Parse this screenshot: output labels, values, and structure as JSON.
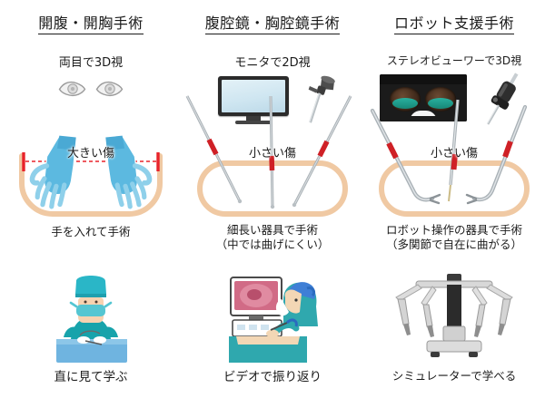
{
  "figure": {
    "kind": "surgical-approach-comparison",
    "columns": [
      {
        "title": "開腹・開胸手術",
        "vision_label": "両目で3D視",
        "vision_icon": "eyes-icon",
        "wound_label": "大きい傷",
        "technique_caption": "手を入れて手術",
        "learning_caption": "直に見て学ぶ",
        "learning_icon": "surgeon-operating-illustration"
      },
      {
        "title": "腹腔鏡・胸腔鏡手術",
        "vision_label": "モニタで2D視",
        "vision_icon": "monitor-icon",
        "vision_icon_2": "endoscope-camera-icon",
        "wound_label": "小さい傷",
        "technique_caption": "細長い器具で手術",
        "technique_caption_2": "（中では曲げにくい）",
        "learning_caption": "ビデオで振り返り",
        "learning_icon": "surgeon-at-video-monitor-illustration"
      },
      {
        "title": "ロボット支援手術",
        "vision_label": "ステレオビューワーで3D視",
        "vision_icon": "stereo-viewer-photo",
        "vision_icon_2": "robotic-instrument-icon",
        "wound_label": "小さい傷",
        "technique_caption": "ロボット操作の器具で手術",
        "technique_caption_2": "（多関節で自在に曲がる）",
        "learning_caption": "シミュレーターで学べる",
        "learning_icon": "surgical-robot-photo"
      }
    ],
    "colors": {
      "body_outline": "#f0c9a3",
      "wound_marker": "#e8232a",
      "glove_blue": "#52b4dd",
      "scrub_teal": "#17a3ab",
      "text": "#231f20",
      "background": "#ffffff",
      "viewer_lens": "#18a898"
    }
  }
}
